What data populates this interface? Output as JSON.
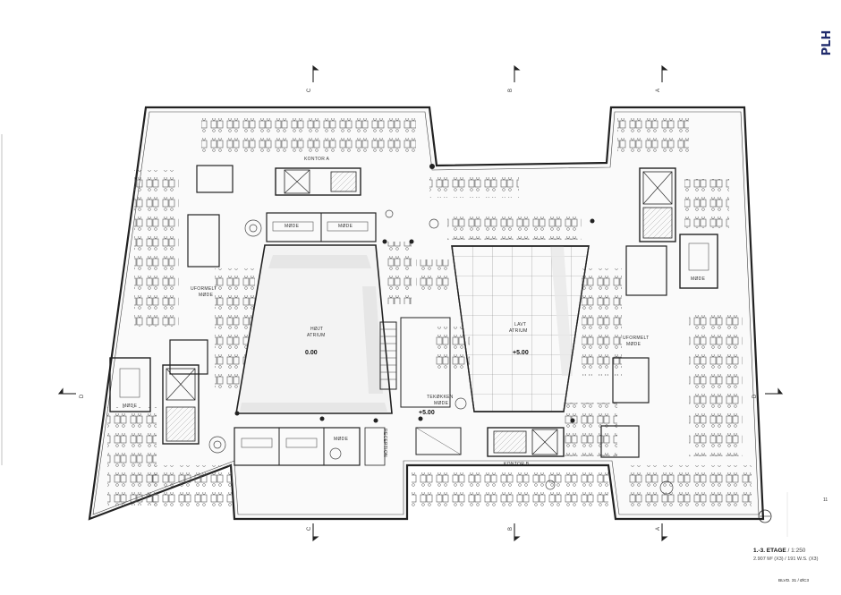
{
  "brand": {
    "logo": "PLH"
  },
  "labels": {
    "kontor_a": "KONTOR A",
    "kontor_b": "KONTOR B",
    "hojt_atrium": "HØJT",
    "hojt_atrium_2": "ATRIUM",
    "lavt_atrium": "LAVT",
    "lavt_atrium_2": "ATRIUM",
    "level_hojt": "0.00",
    "level_lavt": "+5.00",
    "level_tek": "+5.00",
    "teknik": "TEKØKKEN",
    "teknik_2": "MØDE",
    "uformelt": "UFORMELT",
    "uformelt_2": "MØDE",
    "uformelt_r": "UFORMELT",
    "uformelt_r2": "MØDE",
    "mode_1": "MØDE",
    "mode_2": "MØDE",
    "mode_3": "MØDE",
    "mode_4": "MØDE",
    "mode_5": "MØDE",
    "reception": "RECEPTION"
  },
  "sections": {
    "top": [
      "C",
      "B",
      "A"
    ],
    "bottom": [
      "C",
      "B",
      "A"
    ],
    "left": "D",
    "right": "D"
  },
  "title_block": {
    "title": "1.-3. ETAGE",
    "scale": "/ 1:250",
    "area": "2.907 M² (X3) / 191 W.S. (X3)",
    "footer": "BLVD. 31 / ØC3",
    "page": "11"
  },
  "colors": {
    "brand": "#1f2a6b",
    "wall": "#222222",
    "shade": "#e6e6e6"
  }
}
